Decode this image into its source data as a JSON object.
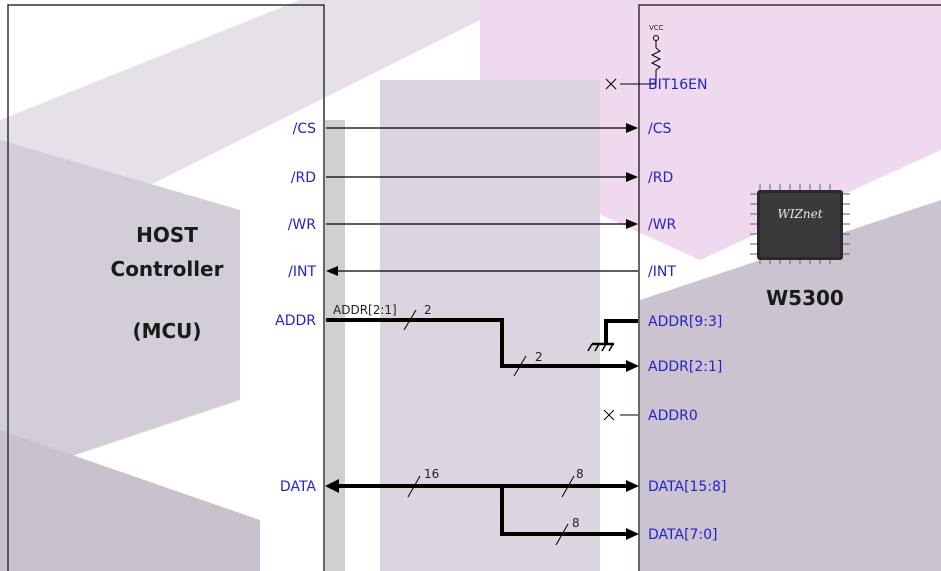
{
  "host": {
    "title_line1": "HOST",
    "title_line2": "Controller",
    "title_line3": "(MCU)",
    "pins": {
      "cs": "/CS",
      "rd": "/RD",
      "wr": "/WR",
      "int": "/INT",
      "addr": "ADDR",
      "data": "DATA"
    }
  },
  "chip": {
    "name": "W5300",
    "logo_text": "WIZnet",
    "vcc_label": "VCC",
    "pins": {
      "bit16en": "BIT16EN",
      "cs": "/CS",
      "rd": "/RD",
      "wr": "/WR",
      "int": "/INT",
      "addr93": "ADDR[9:3]",
      "addr21": "ADDR[2:1]",
      "addr0": "ADDR0",
      "data158": "DATA[15:8]",
      "data70": "DATA[7:0]"
    }
  },
  "bus_labels": {
    "addr_bus": "ADDR[2:1]",
    "addr_width": "2",
    "addr_width_branch": "2",
    "data_width": "16",
    "data_width_high": "8",
    "data_width_low": "8"
  },
  "colors": {
    "pin_label": "#2323c8",
    "wire": "#000000",
    "bg_shape": "#d9cfde"
  }
}
